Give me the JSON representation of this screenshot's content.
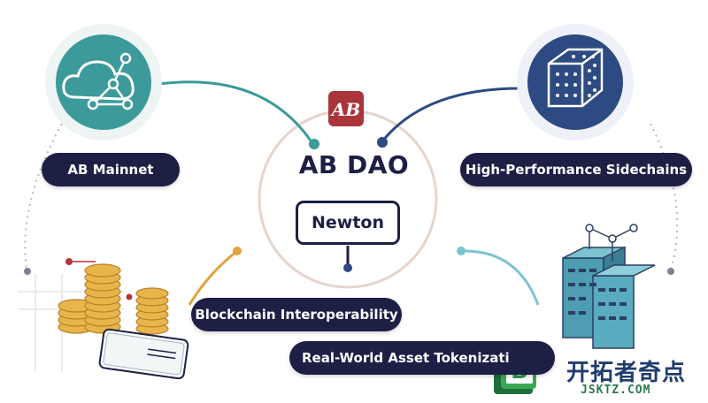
{
  "diagram": {
    "title": "AB DAO",
    "center_box": "Newton",
    "logo_mark": "AB",
    "nodes": [
      {
        "id": "ab-mainnet",
        "label": "AB Mainnet",
        "icon": "cloud-network-icon",
        "color": "#3c9a9a"
      },
      {
        "id": "sidechains",
        "label": "High-Performance Sidechains",
        "icon": "cube-grid-icon",
        "color": "#2d4a82"
      },
      {
        "id": "interop",
        "label": "Blockchain Interoperability",
        "icon": "coin-stacks-icon",
        "color": "#e2a23b"
      },
      {
        "id": "rwa",
        "label": "Real-World Asset Tokenizati",
        "icon": "server-towers-icon",
        "color": "#7cc3d1"
      }
    ]
  },
  "watermark": {
    "logo_letter": "B",
    "text": "开拓者奇点",
    "url": "JSKTZ.COM"
  },
  "colors": {
    "navy": "#1d1f45",
    "teal": "#3c9a9a",
    "blue": "#2d4a82",
    "gold": "#e2a23b",
    "light_teal": "#7cc3d1",
    "logo_red": "#a9343a"
  }
}
